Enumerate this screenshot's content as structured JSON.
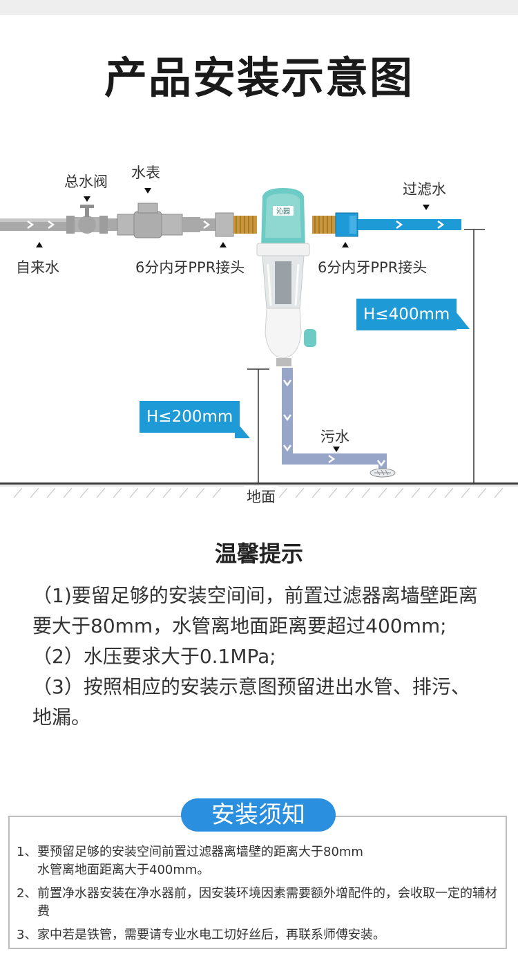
{
  "title": "产品安装示意图",
  "diagram": {
    "labels": {
      "main_valve": "总水阀",
      "water_meter": "水表",
      "tap_water": "自来水",
      "ppr_left": "6分内牙PPR接头",
      "ppr_right": "6分内牙PPR接头",
      "filtered_water": "过滤水",
      "sewage": "污水",
      "ground": "地面",
      "h_400": "H≤400mm",
      "h_200": "H≤200mm",
      "brand": "沁园"
    },
    "colors": {
      "clean_pipe": "#1e9ad6",
      "tap_pipe": "#a9a9a9",
      "drain_pipe": "#97a6c8",
      "filter_accent": "#6ccbc4",
      "brass": "#c9973a"
    }
  },
  "tips": {
    "title": "温馨提示",
    "items": [
      "（1)要留足够的安装空间间，前置过滤器离墙壁距离要大于80mm，水管离地面距离要超过400mm;",
      "（2）水压要求大于0.1MPa;",
      "（3）按照相应的安装示意图预留进出水管、排污、地漏。"
    ]
  },
  "notice": {
    "title": "安装须知",
    "items": [
      {
        "num": "1、",
        "lines": [
          "要预留足够的安装空间前置过滤器离墙壁的距离大于80mm",
          "水管离地面距离大于400mm。"
        ]
      },
      {
        "num": "2、",
        "lines": [
          "前置净水器安装在净水器前，因安装环境因素需要额外增配件的，会收取一定的辅材费"
        ]
      },
      {
        "num": "3、",
        "lines": [
          "家中若是铁管，需要请专业水电工切好丝后，再联系师傅安装。"
        ]
      }
    ]
  }
}
